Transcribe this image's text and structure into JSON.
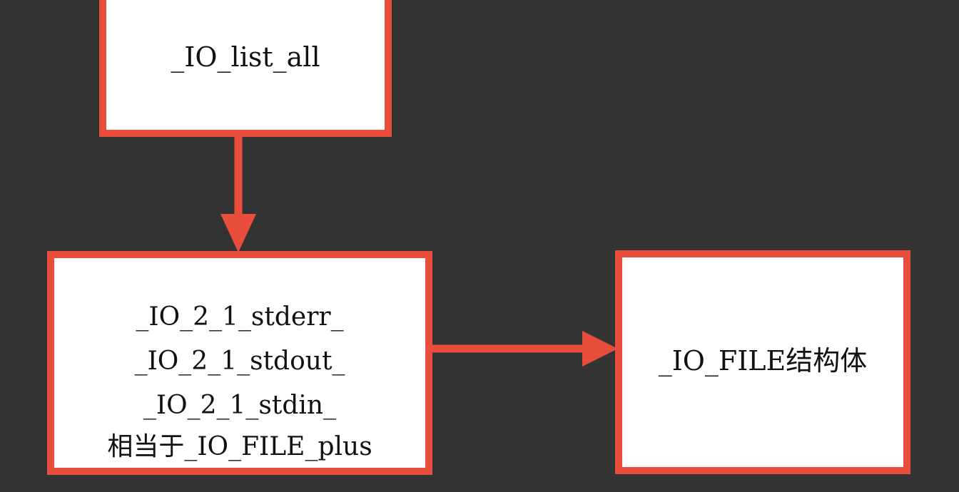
{
  "nodes": {
    "list_all": {
      "label": "_IO_list_all"
    },
    "file_streams": {
      "lines": [
        "_IO_2_1_stderr_",
        "_IO_2_1_stdout_",
        "_IO_2_1_stdin_",
        "相当于_IO_FILE_plus"
      ]
    },
    "io_file": {
      "label": "_IO_FILE结构体"
    }
  },
  "edges": [
    {
      "from": "list_all",
      "to": "file_streams"
    },
    {
      "from": "file_streams",
      "to": "io_file"
    }
  ],
  "colors": {
    "background": "#333333",
    "border": "#e94e3c",
    "arrow": "#e94e3c",
    "box_fill": "#ffffff",
    "text": "#111111"
  }
}
